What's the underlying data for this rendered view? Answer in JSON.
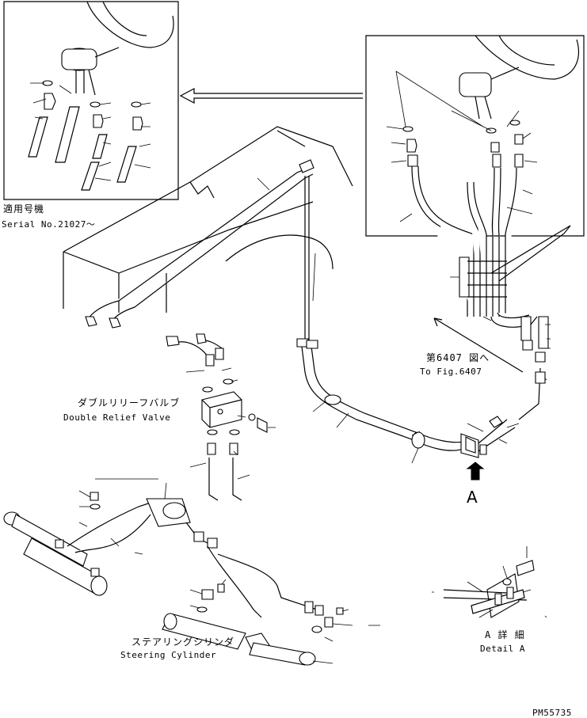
{
  "labels": {
    "serial_jp": "適用号機",
    "serial_en": "Serial No.21027～",
    "fig_ref_jp": "第6407 図へ",
    "fig_ref_en": "To Fig.6407",
    "relief_valve_jp": "ダブルリリーフバルブ",
    "relief_valve_en": "Double Relief Valve",
    "steering_cyl_jp": "ステアリングシリンダ",
    "steering_cyl_en": "Steering Cylinder",
    "view_marker": "A",
    "detail_jp": "A 詳 細",
    "detail_en": "Detail A",
    "drawing_code": "PM55735"
  }
}
